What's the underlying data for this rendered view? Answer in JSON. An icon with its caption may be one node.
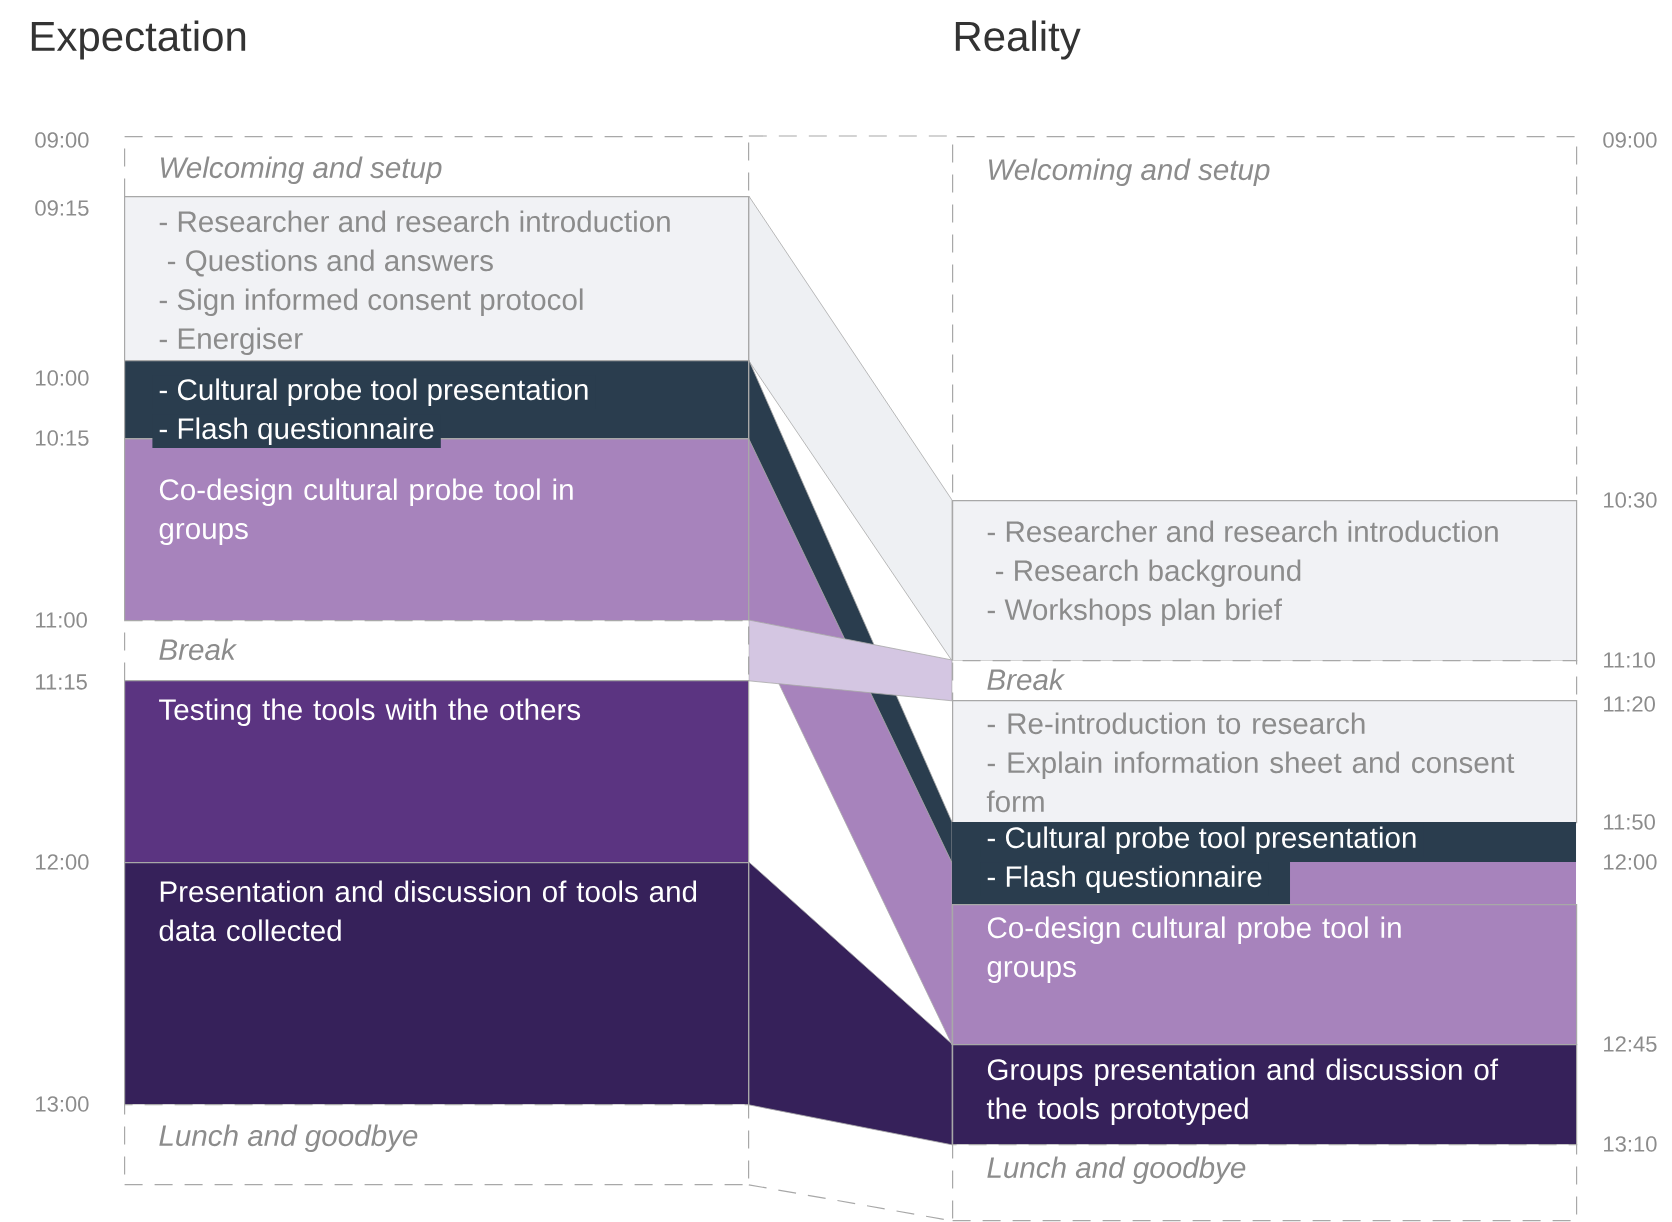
{
  "diagram": {
    "nodes": [
      {
        "text": [
          "Welcoming and setup"
        ]
      },
      {
        "text": [
          "- Researcher and research introduction",
          " - Questions and answers",
          "- Sign informed consent protocol",
          "- Energiser"
        ]
      },
      {
        "text": [
          "- Cultural probe tool presentation",
          "- Flash questionnaire"
        ]
      },
      {
        "text": [
          "Co-design cultural probe tool in groups"
        ]
      },
      {
        "text": [
          "Break"
        ]
      },
      {
        "text": [
          "Testing the tools with the others"
        ]
      },
      {
        "text": [
          "Presentation and discussion of tools and data collected"
        ]
      },
      {
        "text": [
          "Lunch and goodbye"
        ]
      },
      {
        "text": [
          "Welcoming and setup"
        ]
      },
      {
        "text": [
          "- Researcher and research introduction",
          " - Research background",
          "- Workshops plan brief"
        ]
      },
      {
        "text": [
          "Break"
        ]
      },
      {
        "text": [
          "- Re-introduction to research",
          "- Explain information sheet and consent form"
        ]
      },
      {
        "text": [
          "- Cultural probe tool presentation",
          "- Flash questionnaire"
        ]
      },
      {
        "text": [
          "Co-design cultural probe tool in groups"
        ]
      },
      {
        "text": [
          "Groups presentation and discussion of the tools prototyped"
        ]
      },
      {
        "text": [
          "Lunch and goodbye"
        ]
      }
    ],
    "edges": [
      {
        "from": 0,
        "to": 8,
        "arrow": "none",
        "style": "dashed"
      },
      {
        "from": 1,
        "to": 9,
        "arrow": "none",
        "color": "#eef0f3"
      },
      {
        "from": 6,
        "to": 14,
        "arrow": "none",
        "color": "#36215a"
      },
      {
        "from": 3,
        "to": 13,
        "arrow": "none",
        "color": "#a783bc"
      },
      {
        "from": 2,
        "to": 12,
        "arrow": "none",
        "color": "#2a3d4e"
      },
      {
        "from": 4,
        "to": 10,
        "arrow": "none",
        "color": "#d4c6e2"
      },
      {
        "from": 7,
        "to": 15,
        "arrow": "none",
        "style": "dashed"
      }
    ],
    "labels": [
      "Expectation",
      "Reality",
      "09:00",
      "09:15",
      "10:00",
      "10:15",
      "11:00",
      "11:15",
      "12:00",
      "13:00",
      "09:00",
      "10:30",
      "11:10",
      "11:20",
      "11:50",
      "12:00",
      "12:45",
      "13:10"
    ]
  }
}
